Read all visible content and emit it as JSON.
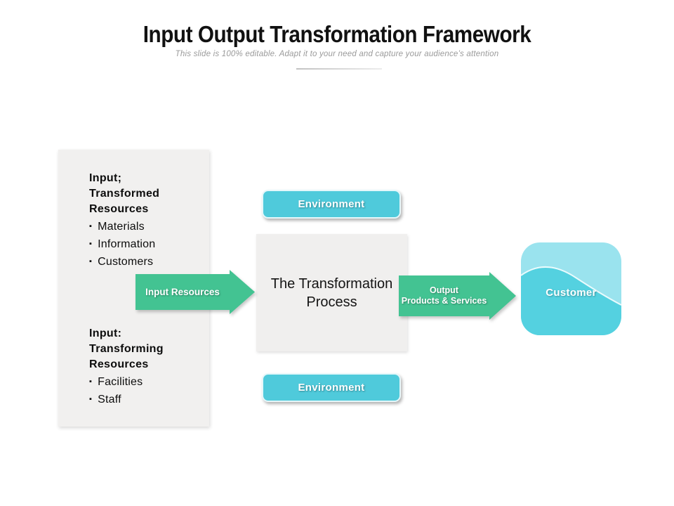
{
  "header": {
    "title": "Input Output Transformation Framework",
    "subtitle": "This slide is 100% editable. Adapt it to your need and capture your audience’s attention"
  },
  "input_panel": {
    "sections": [
      {
        "heading": "Input; Transformed Resources",
        "bullets": [
          "Materials",
          "Information",
          "Customers"
        ]
      },
      {
        "heading": "Input: Transforming Resources",
        "bullets": [
          "Facilities",
          "Staff"
        ]
      }
    ]
  },
  "arrows": {
    "input": {
      "label": "Input Resources"
    },
    "output": {
      "label_lines": [
        "Output",
        "Products & Services"
      ]
    }
  },
  "process": {
    "label": "The Transformation Process"
  },
  "environment": {
    "top_label": "Environment",
    "bottom_label": "Environment"
  },
  "customer": {
    "label": "Customer"
  },
  "colors": {
    "arrow_green": "#43c392",
    "environment_cyan": "#4fcadb",
    "customer_light": "#9ae3ee",
    "customer_dark": "#54d1e0",
    "panel_gray": "#f1f0ef"
  }
}
